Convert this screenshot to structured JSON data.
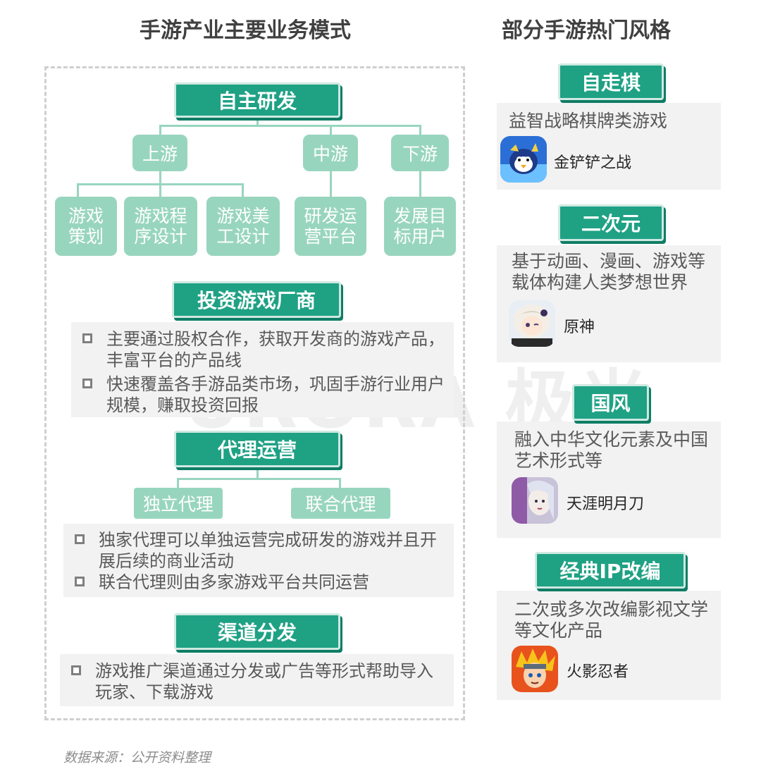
{
  "left_title": "手游产业主要业务模式",
  "right_title": "部分手游热门风格",
  "self_dev": {
    "title": "自主研发",
    "upstream": "上游",
    "midstream": "中游",
    "downstream": "下游",
    "leaves": [
      "游戏\n策划",
      "游戏程\n序设计",
      "游戏美\n工设计",
      "研发运\n营平台",
      "发展目\n标用户"
    ]
  },
  "invest": {
    "title": "投资游戏厂商",
    "bullets": [
      "主要通过股权合作，获取开发商的游戏产品，丰富平台的产品线",
      "快速覆盖各手游品类市场，巩固手游行业用户规模，赚取投资回报"
    ]
  },
  "agency": {
    "title": "代理运营",
    "sub1": "独立代理",
    "sub2": "联合代理",
    "bullets": [
      "独家代理可以单独运营完成研发的游戏并且开展后续的商业活动",
      "联合代理则由多家游戏平台共同运营"
    ]
  },
  "channel": {
    "title": "渠道分发",
    "bullets": [
      "游戏推广渠道通过分发或广告等形式帮助导入玩家、下载游戏"
    ]
  },
  "styles": [
    {
      "title": "自走棋",
      "desc": "益智战略棋牌类游戏",
      "app": "金铲铲之战",
      "icon": "jinchanchan-app-icon"
    },
    {
      "title": "二次元",
      "desc": "基于动画、漫画、游戏等载体构建人类梦想世界",
      "app": "原神",
      "icon": "genshin-app-icon"
    },
    {
      "title": "国风",
      "desc": "融入中华文化元素及中国艺术形式等",
      "app": "天涯明月刀",
      "icon": "tianya-app-icon"
    },
    {
      "title": "经典IP改编",
      "desc": "二次或多次改编影视文学等文化产品",
      "app": "火影忍者",
      "icon": "naruto-app-icon"
    }
  ],
  "watermark": "URORA 极光",
  "source": "数据来源：公开资料整理",
  "colors": {
    "main_green": "#1fa184",
    "light_green": "#98d5bf",
    "panel_grey": "#f2f2f2"
  }
}
